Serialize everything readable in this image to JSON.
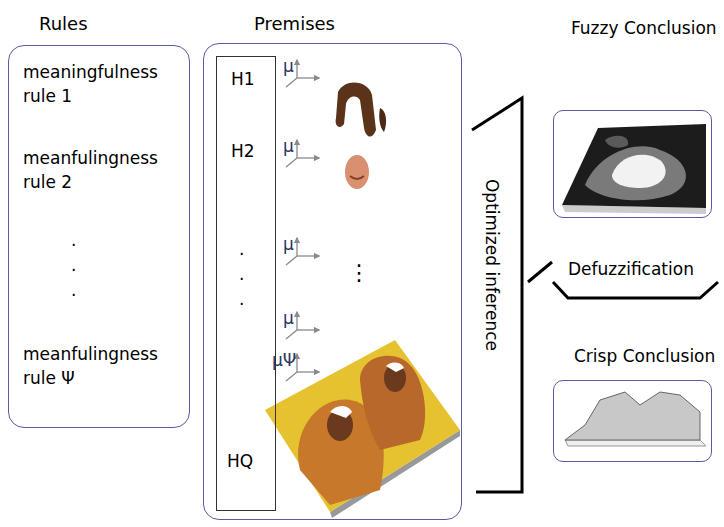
{
  "diagram": {
    "nodes": [
      {
        "text": [
          "Rules",
          "meaningfulness rule 1",
          "meanfulingness rule 2",
          ". . .",
          "meanfulingness rule Ψ"
        ]
      },
      {
        "text": [
          "Premises"
        ]
      },
      {
        "text": [
          "H1",
          "H2",
          ". . .",
          "HQ"
        ],
        "in": 1
      },
      {
        "text": [
          "Fuzzy Conclusion"
        ]
      },
      {
        "text": [
          "Crisp Conclusion"
        ]
      }
    ],
    "labels": [
      "μ",
      "μ",
      "μ",
      "μ",
      "μΨ",
      "⋮",
      "Optimized inference",
      "Defuzzification"
    ]
  }
}
